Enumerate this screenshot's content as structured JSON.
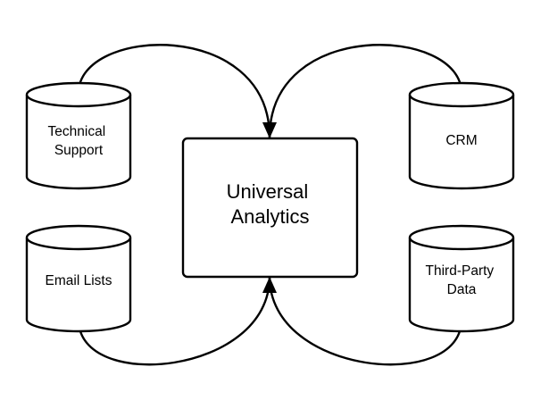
{
  "diagram": {
    "center_node": {
      "lines": [
        "Universal",
        "Analytics"
      ]
    },
    "sources": [
      {
        "id": "technical-support",
        "lines": [
          "Technical",
          "Support"
        ]
      },
      {
        "id": "crm",
        "lines": [
          "CRM"
        ]
      },
      {
        "id": "email-lists",
        "lines": [
          "Email Lists"
        ]
      },
      {
        "id": "third-party-data",
        "lines": [
          "Third-Party",
          "Data"
        ]
      }
    ]
  }
}
